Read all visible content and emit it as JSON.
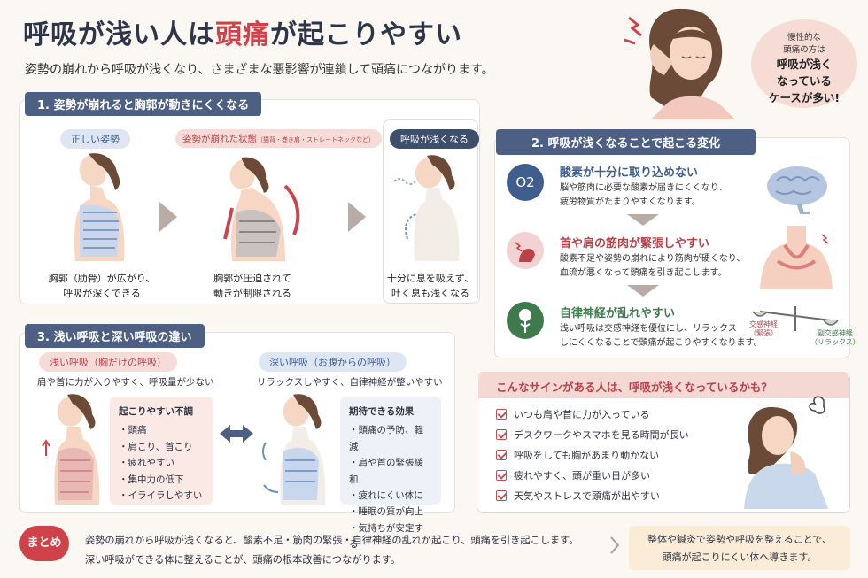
{
  "header": {
    "title_part1": "呼吸が浅い人は",
    "title_highlight": "頭痛",
    "title_part2": "が起こりやすい",
    "subtitle": "姿勢の崩れから呼吸が浅くなり、さまざまな悪影響が連鎖して頭痛につながります。"
  },
  "bubble": {
    "line1": "慢性的な",
    "line2": "頭痛の方は",
    "line3": "呼吸が浅く",
    "line4": "なっている",
    "line5": "ケースが多い!"
  },
  "section1": {
    "heading": "1. 姿勢が崩れると胸郭が動きにくくなる",
    "good": {
      "label": "正しい姿勢",
      "caption1": "胸郭（肋骨）が広がり、",
      "caption2": "呼吸が深くできる"
    },
    "bad": {
      "label": "姿勢が崩れた状態",
      "label_note": "（猫背・巻き肩・ストレートネックなど）",
      "caption1": "胸郭が圧迫されて",
      "caption2": "動きが制限される"
    },
    "shallow": {
      "label": "呼吸が浅くなる",
      "caption1": "十分に息を吸えず、",
      "caption2": "吐く息も浅くなる"
    }
  },
  "section2": {
    "heading": "2. 呼吸が浅くなることで起こる変化",
    "items": [
      {
        "icon": "O2",
        "title": "酸素が十分に取り込めない",
        "text1": "脳や筋肉に必要な酸素が届きにくくなり、",
        "text2": "疲労物質がたまりやすくなります。",
        "color": "#3f5e8e"
      },
      {
        "title": "首や肩の筋肉が緊張しやすい",
        "text1": "酸素不足や姿勢の崩れにより筋肉が硬くなり、",
        "text2": "血流が悪くなって頭痛を引き起こします。",
        "color": "#b8424a"
      },
      {
        "title": "自律神経が乱れやすい",
        "text1": "浅い呼吸は交感神経を優位にし、リラックス",
        "text2": "しにくくなることで頭痛が起こりやすくなります。",
        "color": "#3f7a4c"
      }
    ],
    "scale": {
      "left_label": "交感神経",
      "left_note": "（緊張）",
      "right_label": "副交感神経",
      "right_note": "（リラックス）"
    }
  },
  "section3": {
    "heading": "3. 浅い呼吸と深い呼吸の違い",
    "shallow": {
      "label": "浅い呼吸（胸だけの呼吸）",
      "desc": "肩や首に力が入りやすく、呼吸量が少ない",
      "box_title": "起こりやすい不調",
      "items": [
        "・頭痛",
        "・肩こり、首こり",
        "・疲れやすい",
        "・集中力の低下",
        "・イライラしやすい"
      ]
    },
    "deep": {
      "label": "深い呼吸（お腹からの呼吸）",
      "desc": "リラックスしやすく、自律神経が整いやすい",
      "box_title": "期待できる効果",
      "items": [
        "・頭痛の予防、軽減",
        "・肩や首の緊張緩和",
        "・疲れにくい体に",
        "・睡眠の質が向上",
        "・気持ちが安定する"
      ]
    }
  },
  "signs": {
    "heading": "こんなサインがある人は、呼吸が浅くなっているかも？",
    "items": [
      "いつも肩や首に力が入っている",
      "デスクワークやスマホを見る時間が長い",
      "呼吸をしても胸があまり動かない",
      "疲れやすく、頭が重い日が多い",
      "天気やストレスで頭痛が出やすい"
    ]
  },
  "summary": {
    "badge": "まとめ",
    "text1": "姿勢の崩れから呼吸が浅くなると、酸素不足・筋肉の緊張・自律神経の乱れが起こり、頭痛を引き起こします。",
    "text2": "深い呼吸ができる体に整えることが、頭痛の根本改善につながります。",
    "cta1": "整体や鍼灸で姿勢や呼吸を整えることで、",
    "cta2": "頭痛が起こりにくい体へ導きます。"
  },
  "colors": {
    "navy": "#4d5f82",
    "red": "#d0424a",
    "accent_bg": "#fbf7f3"
  }
}
